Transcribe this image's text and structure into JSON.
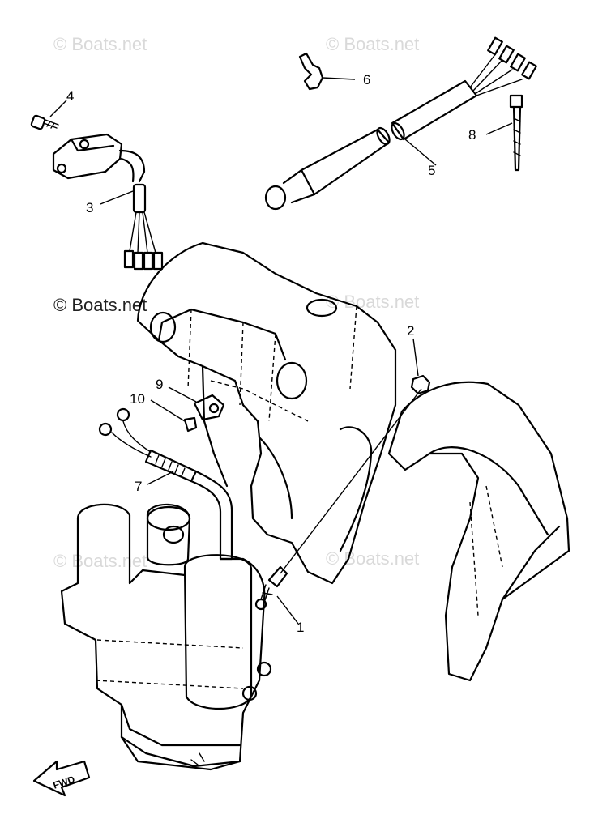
{
  "watermarks": [
    "© Boats.net",
    "© Boats.net",
    "© Boats.net",
    "© Boats.net",
    "© Boats.net",
    "© Boats.net"
  ],
  "callouts": [
    "1",
    "2",
    "3",
    "4",
    "5",
    "6",
    "7",
    "8",
    "9",
    "10"
  ],
  "fwd_label": "FWD"
}
